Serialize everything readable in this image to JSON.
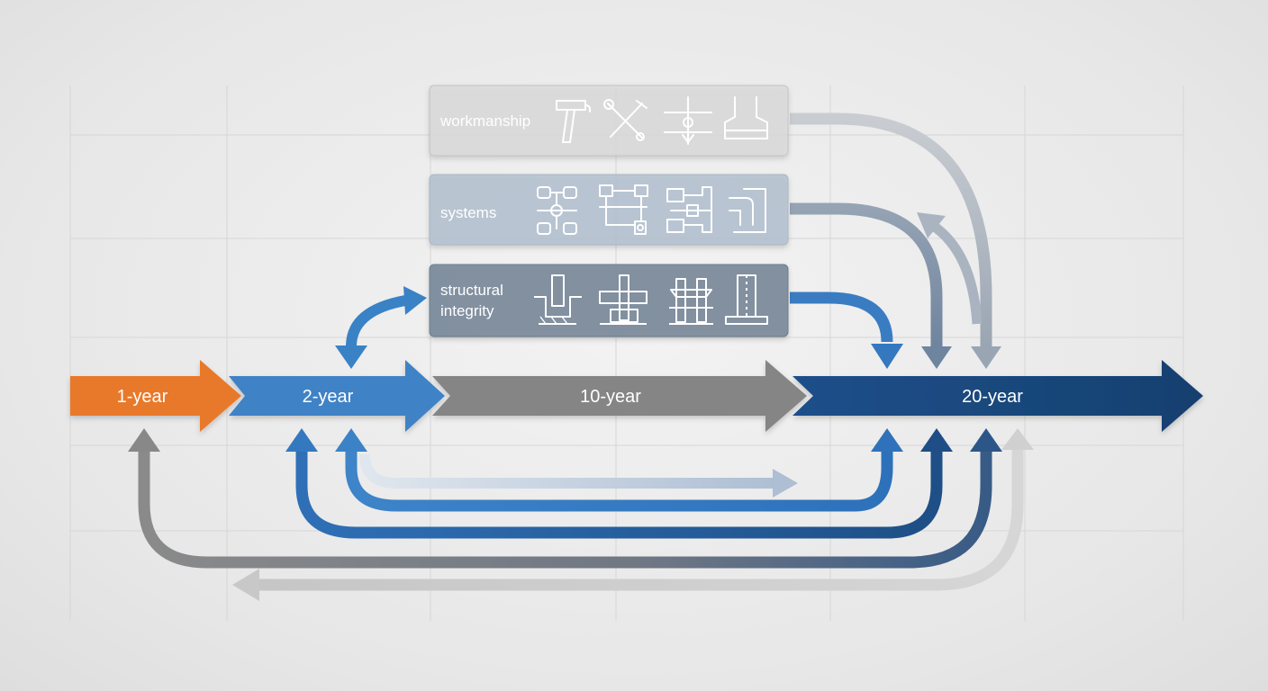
{
  "timeline": {
    "stages": [
      {
        "label": "1-year",
        "color": "#e8792a"
      },
      {
        "label": "2-year",
        "color": "#3f82c6"
      },
      {
        "label": "10-year",
        "color": "#848484"
      },
      {
        "label": "20-year",
        "color": "#1b4a82"
      }
    ]
  },
  "categories": [
    {
      "label_lines": [
        "workmanship"
      ],
      "icons": [
        "hammer-icon",
        "wrench-screwdriver-icon",
        "pipe-joint-icon",
        "t-beam-icon"
      ]
    },
    {
      "label_lines": [
        "systems"
      ],
      "icons": [
        "hvac-unit-icon",
        "circuit-diagram-icon",
        "valve-icon",
        "pipe-elbow-icon"
      ]
    },
    {
      "label_lines": [
        "structural",
        "integrity"
      ],
      "icons": [
        "footing-icon",
        "beam-joint-icon",
        "column-splice-icon",
        "column-base-icon"
      ]
    }
  ],
  "colors": {
    "orange": "#e8792a",
    "blue": "#3f82c6",
    "gray": "#848484",
    "navy": "#1b4a82",
    "light_gray": "#b9b9b9"
  }
}
